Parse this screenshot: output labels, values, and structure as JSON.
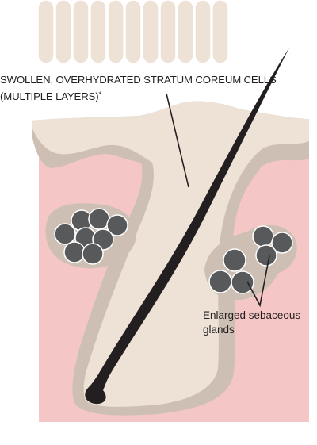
{
  "labels": {
    "stratum_line1": "SWOLLEN, OVERHYDRATED STRATUM COREUM CELLS",
    "stratum_line2": "(MULTIPLE LAYERS)",
    "stratum_mark": "*",
    "glands_line1": "Enlarged sebaceous",
    "glands_line2": "glands"
  },
  "colors": {
    "dermis": "#f4c7c6",
    "epidermis": "#ede2d5",
    "sheath": "#cdbfb3",
    "gland": "#58595b",
    "hair": "#231f20",
    "stratum_cells": "#ede2d5",
    "outline": "#ffffff"
  }
}
